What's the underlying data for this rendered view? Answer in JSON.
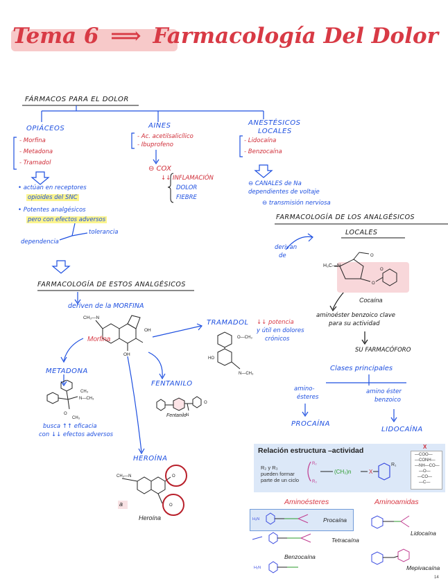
{
  "header": {
    "title": "Tema 6",
    "arrow": "⟹",
    "subtitle": "Farmacología Del Dolor"
  },
  "section_main": "FÁRMACOS PARA EL DOLOR",
  "opiaceos": {
    "title": "OPIÁCEOS",
    "drugs": [
      "- Morfina",
      "- Metadona",
      "- Tramadol"
    ],
    "notes": [
      "• actúan en receptores",
      "opioides del SNC",
      "• Potentes analgésicos",
      "pero con efectos adversos"
    ],
    "tolerance": "tolerancia",
    "dependence": "dependencia"
  },
  "aines": {
    "title": "AINES",
    "drugs": [
      "- Ac. acetilsalicílico",
      "- Ibuprofeno"
    ],
    "cox": "⊖ COX",
    "effects": [
      "↓↓ INFLAMACIÓN",
      "DOLOR",
      "FIEBRE"
    ]
  },
  "anestesicos": {
    "title": "ANESTÉSICOS",
    "title2": "LOCALES",
    "drugs": [
      "- Lidocaína",
      "- Benzocaína"
    ],
    "notes": [
      "⊖ CANALES de Na",
      "dependientes de voltaje",
      "⊖ transmisión nerviosa"
    ]
  },
  "farmacologia_opioides": {
    "title": "FARMACOLOGÍA DE ESTOS ANALGÉSICOS",
    "derived": "deriven de la MORFINA",
    "morfina_label": "Morfina",
    "tramadol": "TRAMADOL",
    "tramadol_note": [
      "↓↓ potencia",
      "y útil en dolores",
      "crónicos"
    ],
    "metadona": "METADONA",
    "metadona_note": [
      "busca ↑↑ eficacia",
      "con ↓↓ efectos adversos"
    ],
    "fentanilo": "FENTANILO",
    "fentanilo_label": "Fentanilo",
    "heroina": "HEROÍNA",
    "heroina_label": "Heroína",
    "stray": "a"
  },
  "farmacologia_locales": {
    "title": "FARMACOLOGÍA DE LOS ANALGÉSICOS",
    "title2": "LOCALES",
    "derived": [
      "derivan",
      "de"
    ],
    "cocaina_label": "Cocaína",
    "n_label": "H₃C—N",
    "ester_note": [
      "aminoéster benzoico clave",
      "para su actividad"
    ],
    "farmacoforo": "SU FARMACÓFORO",
    "clases": "Clases principales",
    "amino_esters": [
      "amino-",
      "ésteres"
    ],
    "amino_ester_benzoico": [
      "amino éster",
      "benzoico"
    ],
    "procaina": "PROCAÍNA",
    "lidocaina": "LIDOCAÍNA"
  },
  "sar": {
    "title": "Relación estructura –actividad",
    "left_text": [
      "R₂ y R₃",
      "pueden formar",
      "parte de un ciclo"
    ],
    "chain": "(CH₂)n",
    "x": "X",
    "r1": "R₁",
    "x_options": [
      "—COO—",
      "—CONH—",
      "—NH—CO—",
      "—O—",
      "—CO—",
      "—C—"
    ]
  },
  "esteres": {
    "title": "Aminoésteres",
    "items": [
      "Procaína",
      "Tetracaína",
      "Benzocaína"
    ]
  },
  "amidas": {
    "title": "Aminoamidas",
    "items": [
      "Lidocaína",
      "Mepivacaína"
    ]
  },
  "page_number": "14"
}
